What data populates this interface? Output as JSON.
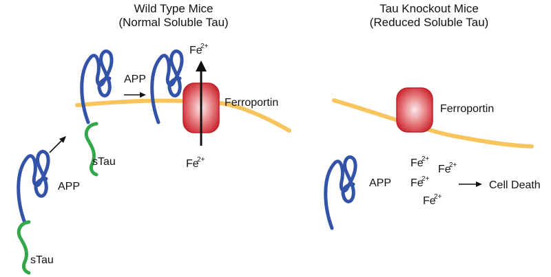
{
  "left_panel": {
    "title_line1": "Wild Type Mice",
    "title_line2": "(Normal Soluble Tau)",
    "labels": {
      "fe_top": "Fe",
      "fe_bottom": "Fe",
      "ion_charge": "2+",
      "app_arrow": "APP",
      "ferroportin": "Ferroportin",
      "app_lower": "APP",
      "stau_mid": "sTau",
      "stau_low": "sTau"
    }
  },
  "right_panel": {
    "title_line1": "Tau Knockout Mice",
    "title_line2": "(Reduced Soluble Tau)",
    "labels": {
      "ferroportin": "Ferroportin",
      "app": "APP",
      "fe_1": "Fe",
      "fe_2": "Fe",
      "fe_3": "Fe",
      "fe_4": "Fe",
      "ion_charge": "2+",
      "outcome": "Cell Death"
    }
  },
  "colors": {
    "app_protein": "#3353a8",
    "stau_protein": "#33a84a",
    "membrane": "#f7c45e",
    "ferroportin": "#d2262e",
    "arrow": "#111111"
  }
}
